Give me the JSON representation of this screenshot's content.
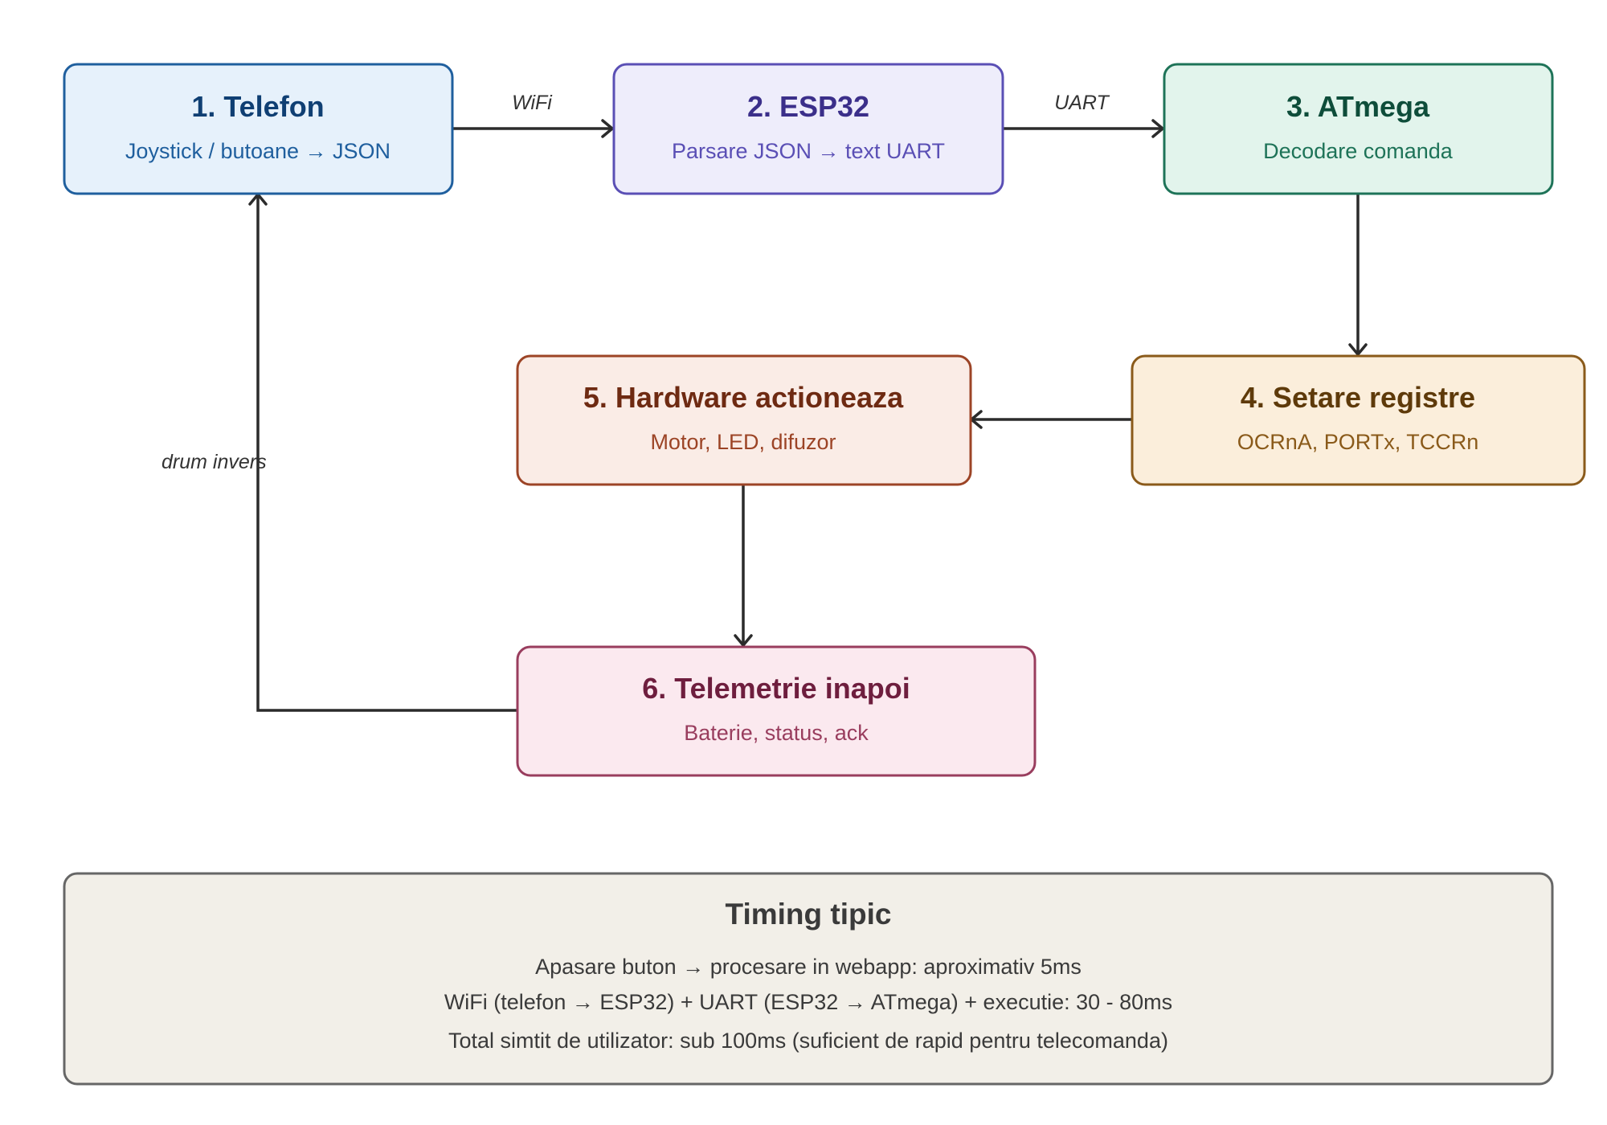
{
  "nodes": {
    "telefon": {
      "title": "1. Telefon",
      "subtitle": "Joystick / butoane → JSON",
      "fill": "#e6f1fb",
      "stroke": "#1f5f9e",
      "title_color": "#0f3f73",
      "text_color": "#1f5f9e"
    },
    "esp32": {
      "title": "2. ESP32",
      "subtitle": "Parsare JSON → text UART",
      "fill": "#eeedfb",
      "stroke": "#5a4fb5",
      "title_color": "#3b2f8a",
      "text_color": "#5a4fb5"
    },
    "atmega": {
      "title": "3. ATmega",
      "subtitle": "Decodare comanda",
      "fill": "#e2f4ec",
      "stroke": "#1e7358",
      "title_color": "#0e4d3a",
      "text_color": "#1e7358"
    },
    "registre": {
      "title": "4. Setare registre",
      "subtitle": "OCRnA, PORTx, TCCRn",
      "fill": "#fbeedb",
      "stroke": "#8a5a1a",
      "title_color": "#5e3a0a",
      "text_color": "#8a5a1a"
    },
    "hardware": {
      "title": "5. Hardware actioneaza",
      "subtitle": "Motor, LED, difuzor",
      "fill": "#faece6",
      "stroke": "#9c4426",
      "title_color": "#6e2a12",
      "text_color": "#9c4426"
    },
    "telemetrie": {
      "title": "6. Telemetrie inapoi",
      "subtitle": "Baterie, status, ack",
      "fill": "#fbe9ef",
      "stroke": "#993d5e",
      "title_color": "#6e1e3e",
      "text_color": "#993d5e"
    }
  },
  "edges": {
    "wifi": "WiFi",
    "uart": "UART",
    "return": "drum invers"
  },
  "timing": {
    "title": "Timing tipic",
    "lines": [
      "Apasare buton → procesare in webapp: aproximativ 5ms",
      "WiFi (telefon → ESP32) + UART (ESP32 → ATmega) + executie: 30 - 80ms",
      "Total simtit de utilizator: sub 100ms (suficient de rapid pentru telecomanda)"
    ],
    "fill": "#f2efe8",
    "stroke": "#666666"
  }
}
